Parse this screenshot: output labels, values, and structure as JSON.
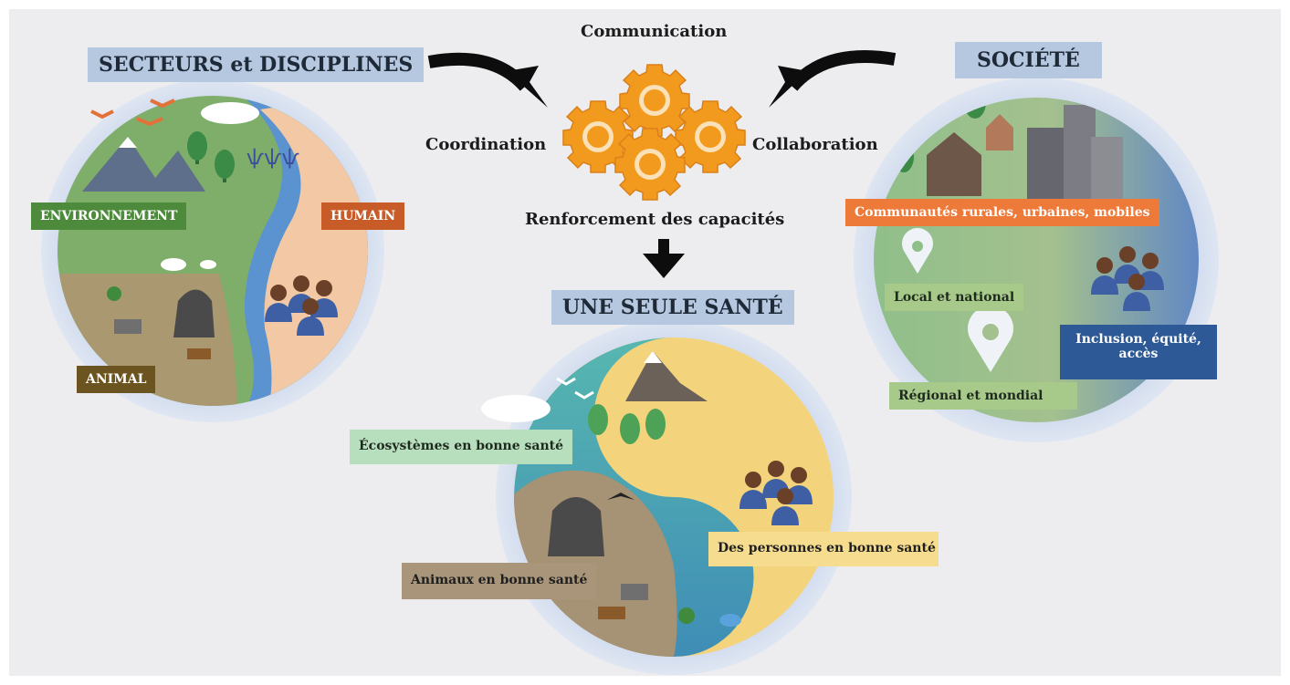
{
  "titles": {
    "sectors": "SECTEURS et DISCIPLINES",
    "society": "SOCIÉTÉ",
    "one_health": "UNE SEULE SANTÉ"
  },
  "center": {
    "communication": "Communication",
    "coordination": "Coordination",
    "collaboration": "Collaboration",
    "capacity": "Renforcement des capacités"
  },
  "sectors": {
    "environment": "ENVIRONNEMENT",
    "human": "HUMAIN",
    "animal": "ANIMAL"
  },
  "society": {
    "communities": "Communautés rurales, urbaines, mobiles",
    "local": "Local et national",
    "regional": "Régional et mondial",
    "inclusion_line1": "Inclusion, équité,",
    "inclusion_line2": "accès"
  },
  "one_health": {
    "ecosystems": "Écosystèmes en bonne santé",
    "people": "Des personnes en bonne santé",
    "animals": "Animaux en bonne santé"
  },
  "colors": {
    "background": "#ededf0",
    "title_box": "#b6c8e0",
    "environment": "#4e8a3c",
    "human": "#c85c28",
    "animal": "#6b5420",
    "communities": "#ee7a3a",
    "inclusion": "#2d5a96",
    "gear": "#f29a1e"
  }
}
